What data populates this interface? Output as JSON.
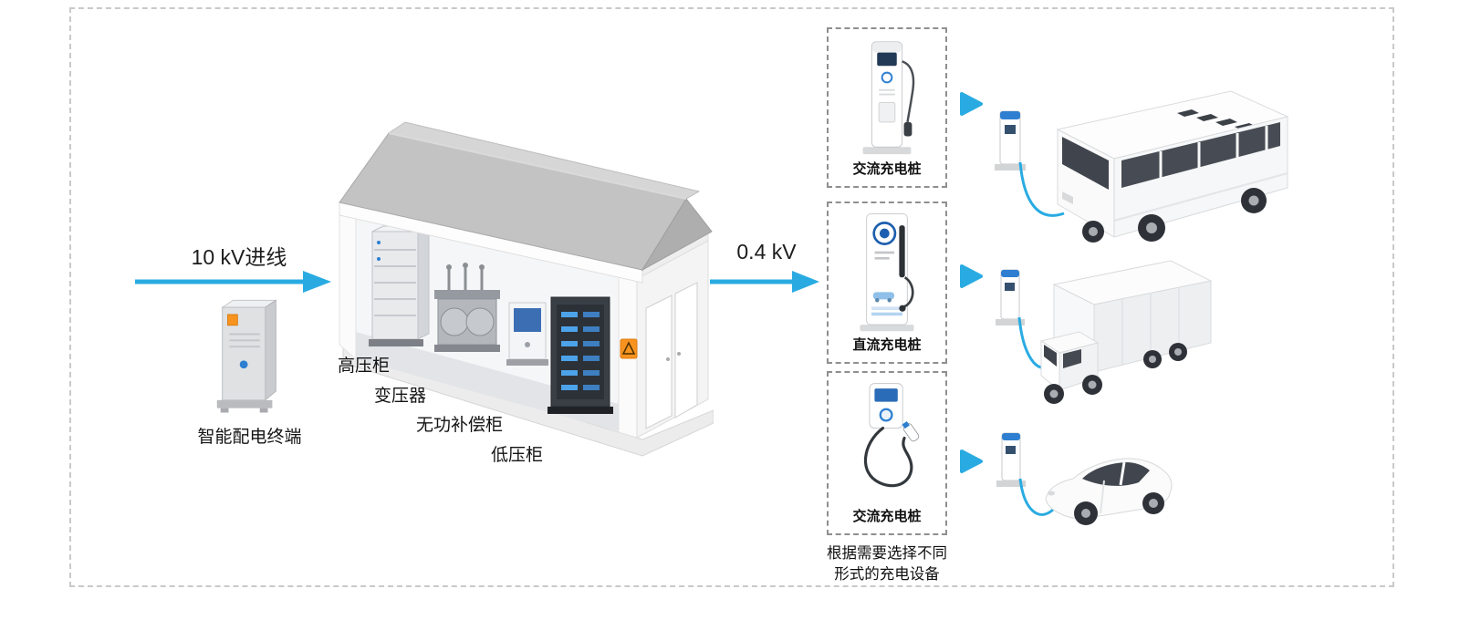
{
  "flow": {
    "incoming_label": "10 kV进线",
    "output_label": "0.4 kV"
  },
  "terminal": {
    "label": "智能配电终端"
  },
  "substation": {
    "equipment_labels": [
      "高压柜",
      "变压器",
      "无功补偿柜",
      "低压柜"
    ]
  },
  "chargers": [
    {
      "label": "交流充电桩",
      "icon": "ac-tower-charger-icon"
    },
    {
      "label": "直流充电桩",
      "icon": "dc-floor-charger-icon"
    },
    {
      "label": "交流充电桩",
      "icon": "ac-wall-charger-icon"
    }
  ],
  "note": {
    "line1": "根据需要选择不同",
    "line2": "形式的充电设备"
  },
  "vehicles": [
    {
      "icon": "electric-bus-icon"
    },
    {
      "icon": "box-truck-icon"
    },
    {
      "icon": "passenger-car-icon"
    }
  ],
  "colors": {
    "flow_arrow": "#29ABE2",
    "selector_arrow": "#29ABE2",
    "cable_blue": "#29ABE2",
    "warning_sign": "#F7931E",
    "roof_gray": "#C3C3C3"
  }
}
